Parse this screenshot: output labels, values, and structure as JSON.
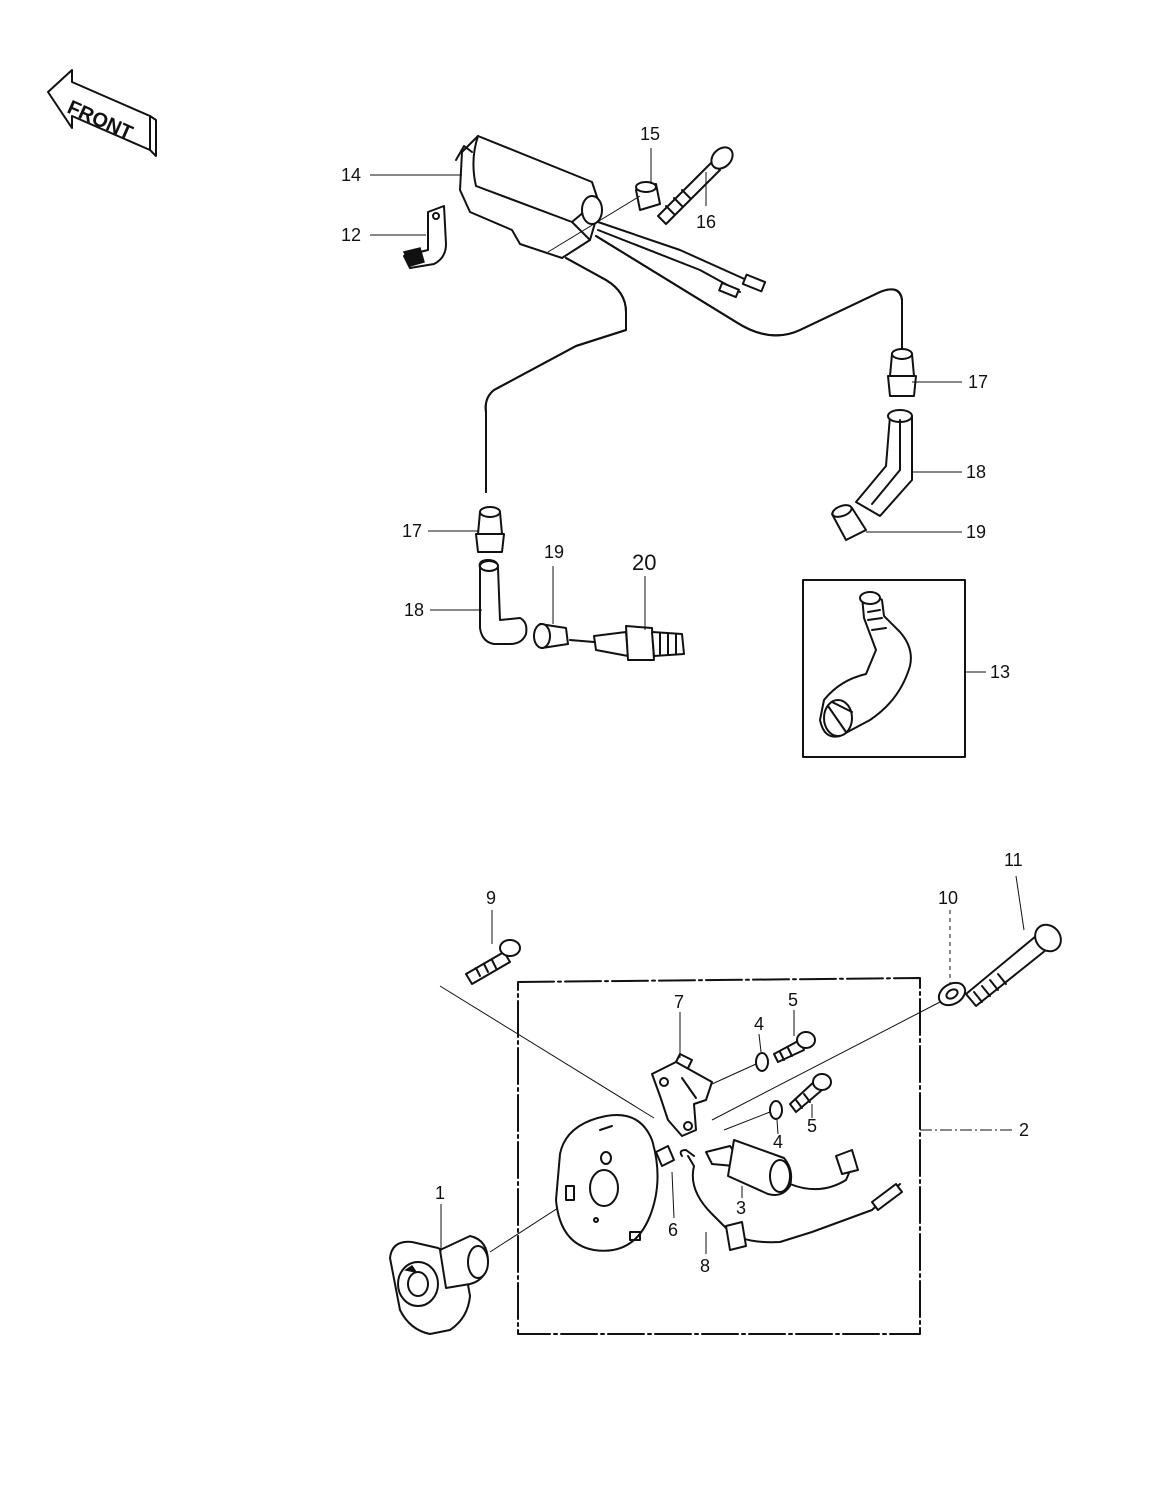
{
  "front_arrow": {
    "label": "FRONT"
  },
  "callouts": {
    "c1": "1",
    "c2": "2",
    "c3": "3",
    "c4a": "4",
    "c4b": "4",
    "c5a": "5",
    "c5b": "5",
    "c6": "6",
    "c7": "7",
    "c8": "8",
    "c9": "9",
    "c10": "10",
    "c11": "11",
    "c12": "12",
    "c13": "13",
    "c14": "14",
    "c15": "15",
    "c16": "16",
    "c17a": "17",
    "c17b": "17",
    "c18a": "18",
    "c18b": "18",
    "c19a": "19",
    "c19b": "19",
    "c20": "20"
  }
}
